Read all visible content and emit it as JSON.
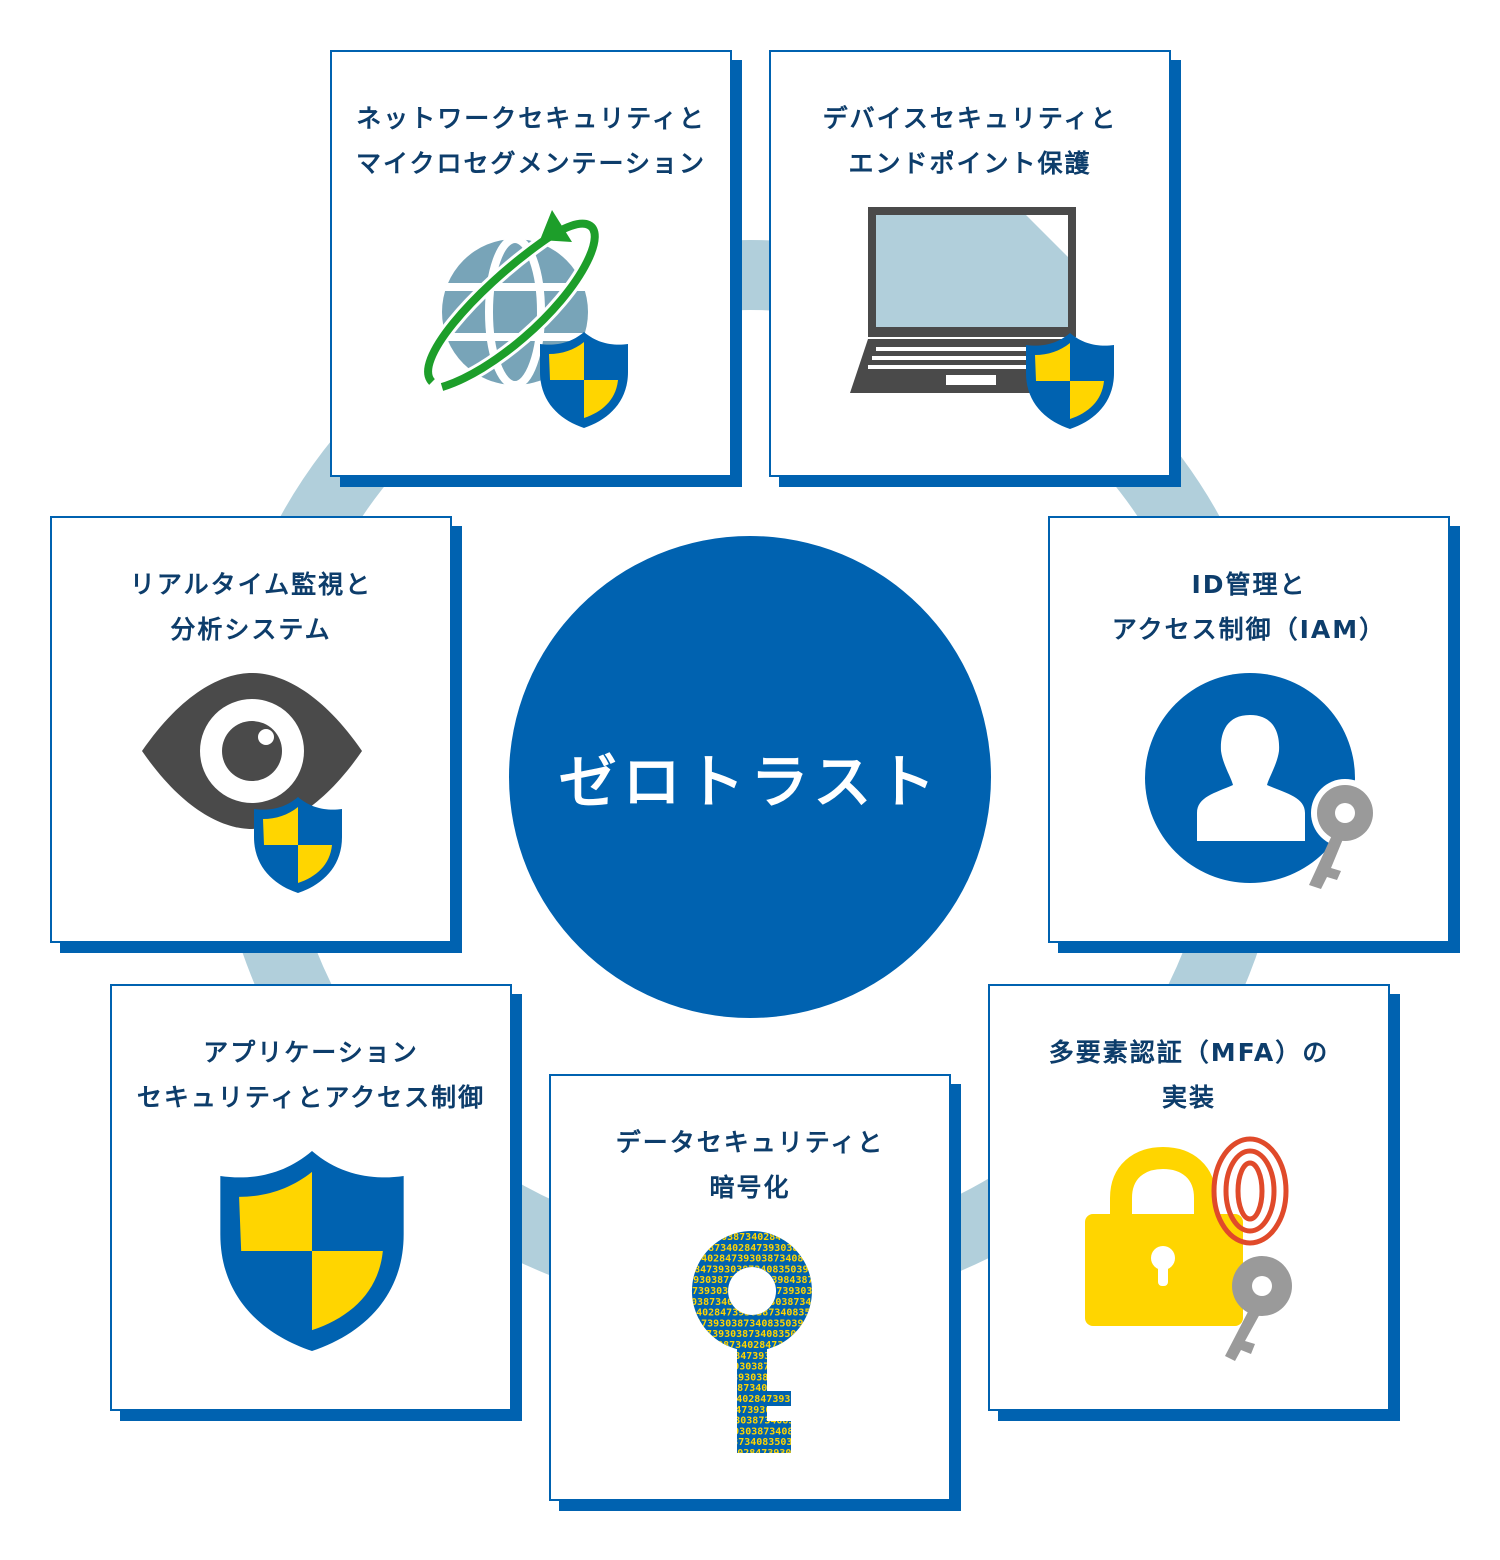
{
  "center": {
    "label": "ゼロトラスト"
  },
  "cards": [
    {
      "line1": "ネットワークセキュリティと",
      "line2": "マイクロセグメンテーション",
      "icon": "globe-shield-icon"
    },
    {
      "line1": "デバイスセキュリティと",
      "line2": "エンドポイント保護",
      "icon": "laptop-shield-icon"
    },
    {
      "line1": "リアルタイム監視と",
      "line2": "分析システム",
      "icon": "eye-shield-icon"
    },
    {
      "line1": "ID管理と",
      "line2": "アクセス制御（IAM）",
      "icon": "user-key-icon"
    },
    {
      "line1": "アプリケーション",
      "line2": "セキュリティとアクセス制御",
      "icon": "shield-icon"
    },
    {
      "line1": "多要素認証（MFA）の",
      "line2": "実装",
      "icon": "lock-fingerprint-key-icon"
    },
    {
      "line1": "データセキュリティと",
      "line2": "暗号化",
      "icon": "data-key-icon"
    }
  ],
  "key_digits": "47393038734028473930387340835039843873403128473930387340"
}
